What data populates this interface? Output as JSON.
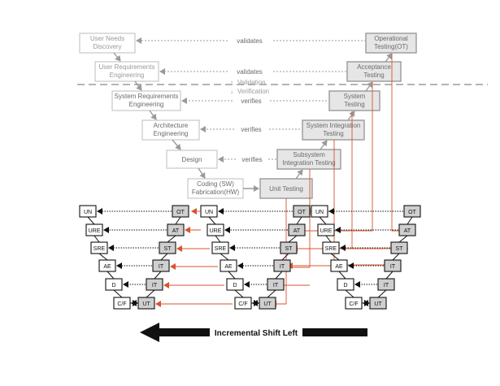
{
  "top": {
    "left_boxes": {
      "user_needs": [
        "User Needs",
        "Discovery"
      ],
      "user_req": [
        "User Requirements",
        "Engineering"
      ],
      "sys_req": [
        "System Requirements",
        "Engineering"
      ],
      "arch": [
        "Architecture",
        "Engineering"
      ],
      "design": [
        "Design"
      ],
      "coding": [
        "Coding (SW)",
        "Fabrication(HW)"
      ]
    },
    "right_boxes": {
      "op_testing": [
        "Operational",
        "Testing(OT)"
      ],
      "acceptance": [
        "Acceptance",
        "Testing"
      ],
      "system_testing": [
        "System",
        "Testing"
      ],
      "sys_integration": [
        "System Integration",
        "Testing"
      ],
      "subsys_integration": [
        "Subsystem",
        "Integration Testing"
      ],
      "unit_testing": [
        "Unit Testing"
      ]
    },
    "relations": {
      "validates": "validates",
      "verifies": "verifies"
    },
    "divider": {
      "validation": "Validation",
      "verification": "Verification"
    }
  },
  "mini": {
    "left_labels": [
      "UN",
      "URE",
      "SRE",
      "AE",
      "D",
      "C/F"
    ],
    "right_labels": [
      "OT",
      "AT",
      "ST",
      "IT",
      "IT",
      "UT"
    ]
  },
  "banner": {
    "text": "Incremental Shift Left"
  },
  "colors": {
    "red": "#d9532c",
    "gray": "#9a9a9a",
    "testfill": "#e6e6e6"
  }
}
